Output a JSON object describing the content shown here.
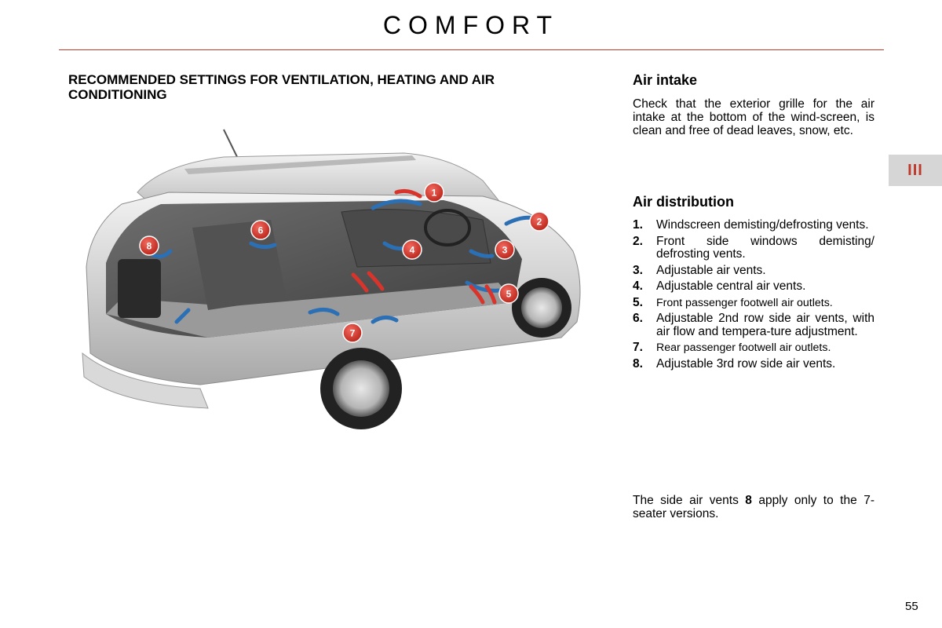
{
  "header": {
    "title": "COMFORT"
  },
  "chapter_tab": "III",
  "section": {
    "heading": "RECOMMENDED SETTINGS FOR VENTILATION, HEATING AND AIR CONDITIONING"
  },
  "figure": {
    "vent_badges": [
      "1",
      "2",
      "3",
      "4",
      "5",
      "6",
      "7",
      "8"
    ],
    "accent_color": "#d9342b",
    "arrow_color": "#2b6fb5"
  },
  "air_intake": {
    "heading": "Air intake",
    "text": "Check that the exterior grille for the air intake at the bottom of the wind-screen, is clean and free of dead leaves, snow, etc."
  },
  "air_distribution": {
    "heading": "Air distribution",
    "items": [
      {
        "num": "1.",
        "text": "Windscreen demisting/defrosting vents."
      },
      {
        "num": "2.",
        "text": "Front side windows demisting/ defrosting vents."
      },
      {
        "num": "3.",
        "text": "Adjustable air vents."
      },
      {
        "num": "4.",
        "text": "Adjustable central air vents."
      },
      {
        "num": "5.",
        "text": "Front passenger footwell air outlets."
      },
      {
        "num": "6.",
        "text": "Adjustable 2nd row side air vents, with air flow and tempera-ture adjustment."
      },
      {
        "num": "7.",
        "text": "Rear passenger footwell air outlets."
      },
      {
        "num": "8.",
        "text": "Adjustable 3rd row side air vents."
      }
    ]
  },
  "note": {
    "before": "The side air vents ",
    "bold": "8",
    "after": " apply only to the 7-seater versions."
  },
  "page_number": "55"
}
